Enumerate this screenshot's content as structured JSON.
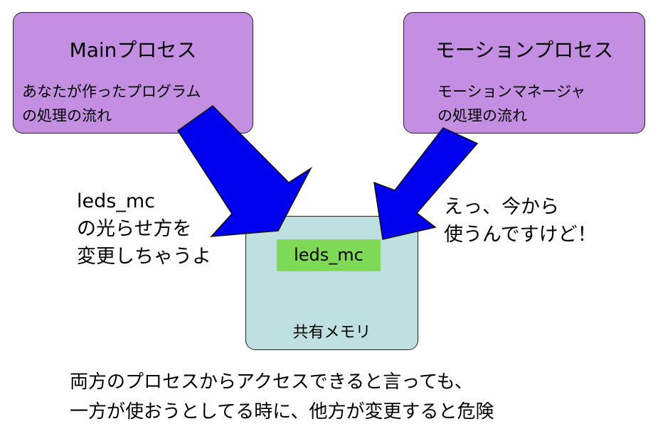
{
  "main_process": {
    "title": "Mainプロセス",
    "desc_line1": "あなたが作ったプログラム",
    "desc_line2": "の処理の流れ"
  },
  "motion_process": {
    "title": "モーションプロセス",
    "desc_line1": "モーションマネージャ",
    "desc_line2": "の処理の流れ"
  },
  "shared_memory": {
    "variable": "leds_mc",
    "label": "共有メモリ"
  },
  "left_note": {
    "line1": "leds_mc",
    "line2": "の光らせ方を",
    "line3": "変更しちゃうよ"
  },
  "right_note": {
    "line1": "えっ、今から",
    "line2": "使うんですけど！"
  },
  "footer": {
    "line1": "両方のプロセスからアクセスできると言っても、",
    "line2": "一方が使おうとしてる時に、他方が変更すると危険"
  },
  "colors": {
    "process_box": "#c48fe2",
    "shared_box": "#bfe0e0",
    "variable_highlight": "#7ed957",
    "arrow": "#0000ee"
  }
}
